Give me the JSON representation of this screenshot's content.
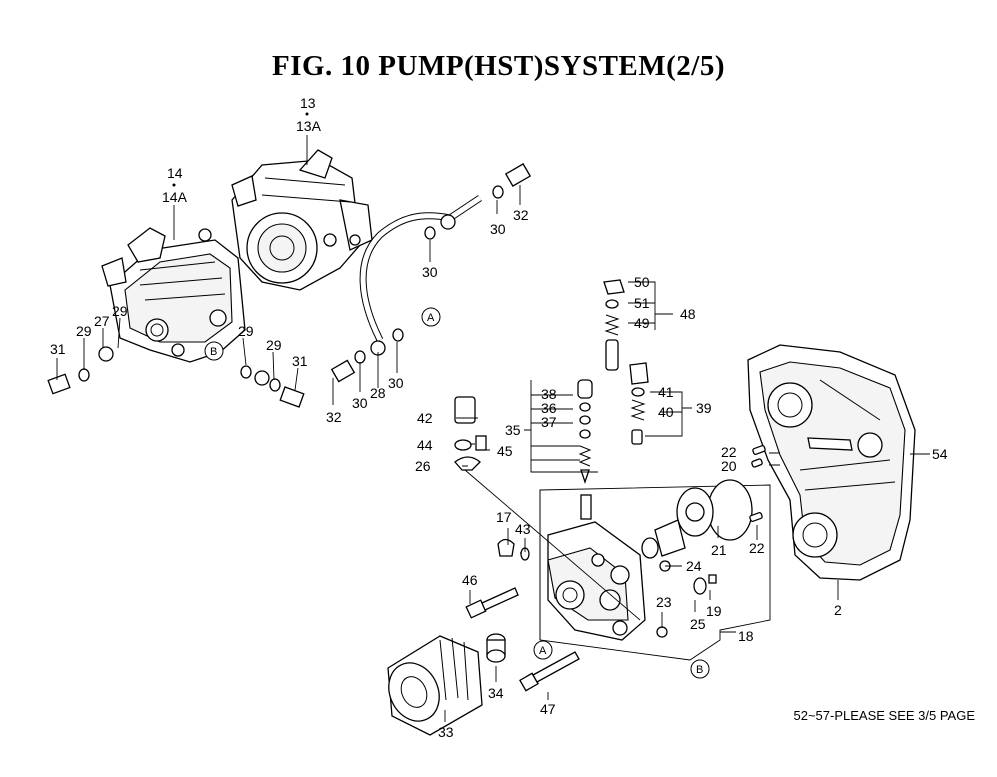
{
  "title": "FIG. 10  PUMP(HST)SYSTEM(2/5)",
  "footer_note": "52~57-PLEASE SEE 3/5 PAGE",
  "callouts": {
    "c13": "13",
    "c13a": "13A",
    "c14": "14",
    "c14a": "14A",
    "c31a": "31",
    "c29a": "29",
    "c27": "27",
    "c29b": "29",
    "c29c": "29",
    "c29d": "29",
    "c31b": "31",
    "c32a": "32",
    "c30a": "30",
    "c30b": "30",
    "c32b": "32",
    "c30c": "30",
    "c28": "28",
    "c30d": "30",
    "c50": "50",
    "c51": "51",
    "c49": "49",
    "c48": "48",
    "c41": "41",
    "c40": "40",
    "c39": "39",
    "c38": "38",
    "c36": "36",
    "c37": "37",
    "c35": "35",
    "c42": "42",
    "c44": "44",
    "c45": "45",
    "c26": "26",
    "c22a": "22",
    "c20": "20",
    "c54": "54",
    "c21": "21",
    "c22b": "22",
    "c17": "17",
    "c43": "43",
    "c24": "24",
    "c46": "46",
    "c23": "23",
    "c25": "25",
    "c19": "19",
    "c18": "18",
    "c2": "2",
    "c34": "34",
    "c33": "33",
    "c47": "47"
  },
  "reference_markers": {
    "a1": "A",
    "b1": "B",
    "a2": "A",
    "b2": "B"
  }
}
